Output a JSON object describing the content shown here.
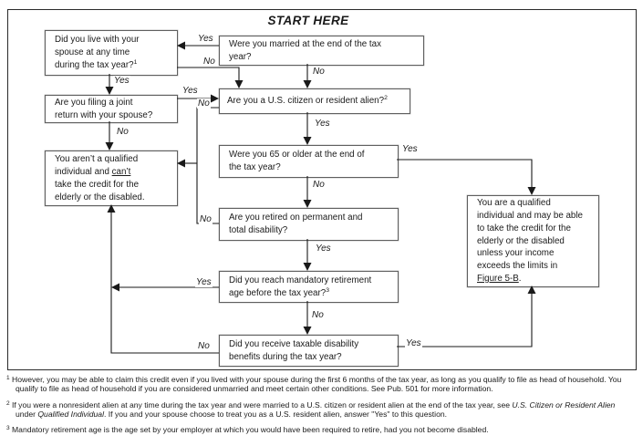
{
  "title": "START HERE",
  "boxes": {
    "live": {
      "text": "Did you live with your\nspouse at any time\nduring the tax year?",
      "footnote_ref": "1"
    },
    "married": {
      "text": "Were you married at the end of the tax\nyear?"
    },
    "joint": {
      "text": "Are you filing a joint\nreturn with your spouse?"
    },
    "citizen": {
      "text": "Are you a U.S. citizen or resident alien?",
      "footnote_ref": "2"
    },
    "not_qualified": {
      "text_pre": "You aren’t a qualified\nindividual and ",
      "text_underlined": "can’t",
      "text_post": "\ntake the credit for the\nelderly or the disabled."
    },
    "age65": {
      "text": "Were you 65 or older at the end of\nthe tax year?"
    },
    "retired": {
      "text": "Are you retired on permanent and\ntotal disability?"
    },
    "mandatory": {
      "text": "Did you reach mandatory retirement\nage before the tax year?",
      "footnote_ref": "3"
    },
    "disability": {
      "text": "Did you receive taxable disability\nbenefits during the tax year?"
    },
    "qualified": {
      "text_pre": "You are a qualified\nindividual and may be able\nto take the credit for the\nelderly or the disabled\nunless your income\nexceeds the limits in\n",
      "text_underlined": "Figure 5-B",
      "text_post": "."
    }
  },
  "connector_labels": {
    "married_yes": "Yes",
    "married_no": "No",
    "live_yes": "Yes",
    "live_no": "No",
    "joint_yes": "Yes",
    "joint_no": "No",
    "citizen_yes": "Yes",
    "citizen_no": "No",
    "age65_yes": "Yes",
    "age65_no": "No",
    "retired_yes": "Yes",
    "retired_no": "No",
    "mandatory_yes": "Yes",
    "mandatory_no": "No",
    "disability_yes": "Yes",
    "disability_no": "No"
  },
  "footnotes": [
    {
      "marker": "1",
      "parts": [
        {
          "text": "However, you may be able to claim this credit even if you lived with your spouse during the first 6 months of the tax year, as long as you qualify to file as head of household. You qualify to file as head of household if you are considered unmarried and meet certain other conditions. See Pub. 501 for more information."
        }
      ]
    },
    {
      "marker": "2",
      "parts": [
        {
          "text": "If you were a nonresident alien at any time during the tax year and were married to a U.S. citizen or resident alien at the end of the tax year, see "
        },
        {
          "text": "U.S. Citizen or Resident Alien",
          "italic": true
        },
        {
          "text": " under "
        },
        {
          "text": "Qualified Individual",
          "italic": true
        },
        {
          "text": ". If you and your spouse choose to treat you as a U.S. resident alien, answer \"Yes\" to this question."
        }
      ]
    },
    {
      "marker": "3",
      "parts": [
        {
          "text": "Mandatory retirement age is the age set by your employer at which you would have been required to retire, had you not become disabled."
        }
      ]
    }
  ],
  "colors": {
    "line": "#1a1a1a",
    "box_border": "#5f5f5f",
    "background": "#ffffff"
  }
}
